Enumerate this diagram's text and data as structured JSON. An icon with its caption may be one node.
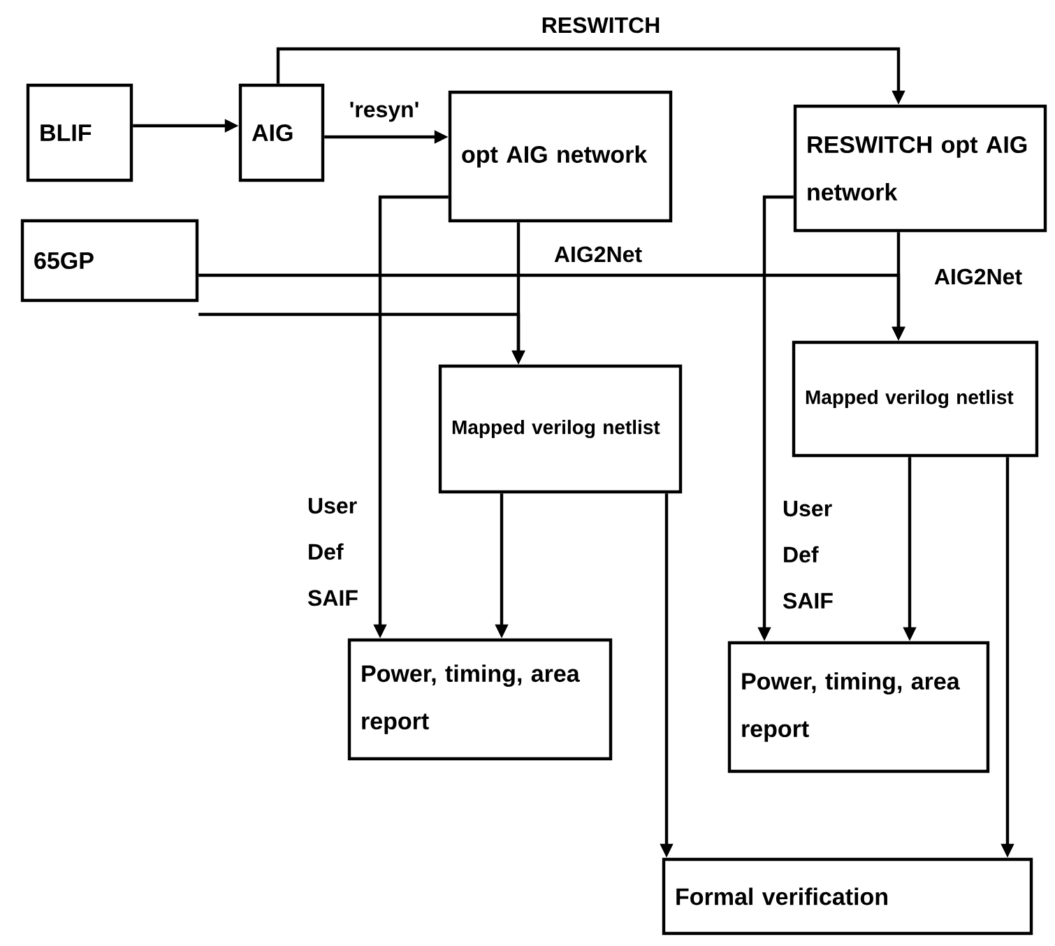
{
  "diagram": {
    "nodes": [
      {
        "text": [
          "BLIF"
        ]
      },
      {
        "text": [
          "AIG"
        ]
      },
      {
        "text": [
          "opt AIG network"
        ]
      },
      {
        "text": [
          "RESWITCH opt AIG network"
        ]
      },
      {
        "text": [
          "65GP"
        ]
      },
      {
        "text": [
          "Mapped verilog netlist"
        ]
      },
      {
        "text": [
          "Mapped verilog netlist"
        ]
      },
      {
        "text": [
          "Power, timing, area report"
        ]
      },
      {
        "text": [
          "Power, timing, area report"
        ]
      },
      {
        "text": [
          "Formal verification"
        ]
      }
    ],
    "edges": [
      {
        "from": 0,
        "to": 1,
        "arrow": "to"
      },
      {
        "from": 1,
        "to": 2,
        "arrow": "to",
        "label": "'resyn'"
      },
      {
        "from": 1,
        "to": 3,
        "arrow": "to",
        "label": "RESWITCH"
      },
      {
        "from": 2,
        "to": 5,
        "arrow": "to",
        "label": "AIG2Net"
      },
      {
        "from": 4,
        "to": 5,
        "arrow": "to"
      },
      {
        "from": 4,
        "to": 6,
        "arrow": "to"
      },
      {
        "from": 3,
        "to": 6,
        "arrow": "to",
        "label": "AIG2Net"
      },
      {
        "from": 2,
        "to": 7,
        "arrow": "to",
        "label": "User Def SAIF"
      },
      {
        "from": 5,
        "to": 7,
        "arrow": "to"
      },
      {
        "from": 3,
        "to": 8,
        "arrow": "to",
        "label": "User Def SAIF"
      },
      {
        "from": 6,
        "to": 8,
        "arrow": "to"
      },
      {
        "from": 5,
        "to": 9,
        "arrow": "to"
      },
      {
        "from": 6,
        "to": 9,
        "arrow": "to"
      }
    ]
  }
}
